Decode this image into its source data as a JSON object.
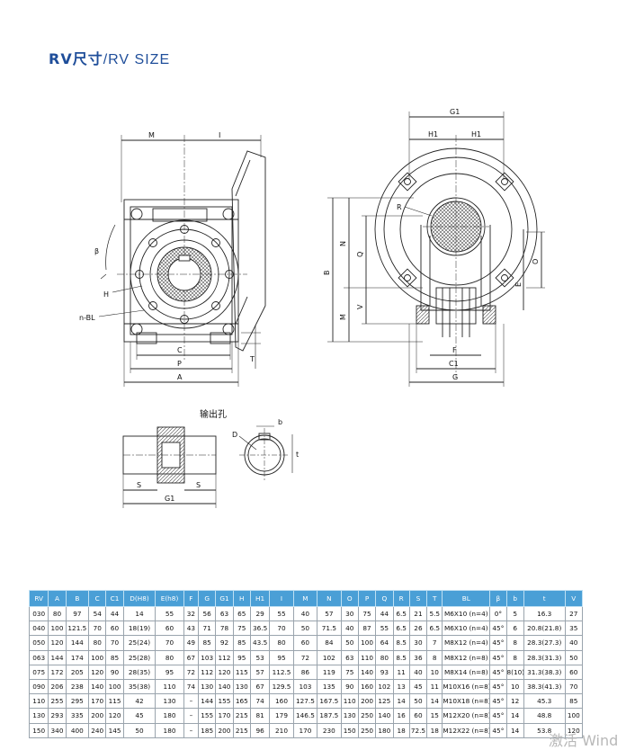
{
  "title": {
    "cn": "RV尺寸",
    "en": "/RV  SIZE"
  },
  "drawing": {
    "front_labels": {
      "M": "M",
      "I": "I",
      "beta": "β",
      "H": "H",
      "nBL": "n-BL",
      "C": "C",
      "P": "P",
      "A": "A",
      "T": "T"
    },
    "side_labels": {
      "G1": "G1",
      "H1a": "H1",
      "H1b": "H1",
      "R": "R",
      "B": "B",
      "N": "N",
      "Q": "Q",
      "O": "O",
      "E": "E",
      "M": "M",
      "V": "V",
      "F": "F",
      "C1": "C1",
      "G": "G"
    },
    "output_caption": "输出孔",
    "output_labels": {
      "b": "b",
      "D": "D",
      "t": "t",
      "S1": "S",
      "S2": "S",
      "G1": "G1"
    }
  },
  "table": {
    "headers": [
      "RV",
      "A",
      "B",
      "C",
      "C1",
      "D(H8)",
      "E(h8)",
      "F",
      "G",
      "G1",
      "H",
      "H1",
      "I",
      "M",
      "N",
      "O",
      "P",
      "Q",
      "R",
      "S",
      "T",
      "BL",
      "β",
      "b",
      "t",
      "V"
    ],
    "rows": [
      [
        "030",
        "80",
        "97",
        "54",
        "44",
        "14",
        "55",
        "32",
        "56",
        "63",
        "65",
        "29",
        "55",
        "40",
        "57",
        "30",
        "75",
        "44",
        "6.5",
        "21",
        "5.5",
        "M6X10 (n=4)",
        "0°",
        "5",
        "16.3",
        "27"
      ],
      [
        "040",
        "100",
        "121.5",
        "70",
        "60",
        "18(19)",
        "60",
        "43",
        "71",
        "78",
        "75",
        "36.5",
        "70",
        "50",
        "71.5",
        "40",
        "87",
        "55",
        "6.5",
        "26",
        "6.5",
        "M6X10 (n=4)",
        "45°",
        "6",
        "20.8(21.8)",
        "35"
      ],
      [
        "050",
        "120",
        "144",
        "80",
        "70",
        "25(24)",
        "70",
        "49",
        "85",
        "92",
        "85",
        "43.5",
        "80",
        "60",
        "84",
        "50",
        "100",
        "64",
        "8.5",
        "30",
        "7",
        "M8X12 (n=4)",
        "45°",
        "8",
        "28.3(27.3)",
        "40"
      ],
      [
        "063",
        "144",
        "174",
        "100",
        "85",
        "25(28)",
        "80",
        "67",
        "103",
        "112",
        "95",
        "53",
        "95",
        "72",
        "102",
        "63",
        "110",
        "80",
        "8.5",
        "36",
        "8",
        "M8X12 (n=8)",
        "45°",
        "8",
        "28.3(31.3)",
        "50"
      ],
      [
        "075",
        "172",
        "205",
        "120",
        "90",
        "28(35)",
        "95",
        "72",
        "112",
        "120",
        "115",
        "57",
        "112.5",
        "86",
        "119",
        "75",
        "140",
        "93",
        "11",
        "40",
        "10",
        "M8X14 (n=8)",
        "45°",
        "8(10)",
        "31.3(38.3)",
        "60"
      ],
      [
        "090",
        "206",
        "238",
        "140",
        "100",
        "35(38)",
        "110",
        "74",
        "130",
        "140",
        "130",
        "67",
        "129.5",
        "103",
        "135",
        "90",
        "160",
        "102",
        "13",
        "45",
        "11",
        "M10X16 (n=8)",
        "45°",
        "10",
        "38.3(41.3)",
        "70"
      ],
      [
        "110",
        "255",
        "295",
        "170",
        "115",
        "42",
        "130",
        "–",
        "144",
        "155",
        "165",
        "74",
        "160",
        "127.5",
        "167.5",
        "110",
        "200",
        "125",
        "14",
        "50",
        "14",
        "M10X18 (n=8)",
        "45°",
        "12",
        "45.3",
        "85"
      ],
      [
        "130",
        "293",
        "335",
        "200",
        "120",
        "45",
        "180",
        "–",
        "155",
        "170",
        "215",
        "81",
        "179",
        "146.5",
        "187.5",
        "130",
        "250",
        "140",
        "16",
        "60",
        "15",
        "M12X20 (n=8)",
        "45°",
        "14",
        "48.8",
        "100"
      ],
      [
        "150",
        "340",
        "400",
        "240",
        "145",
        "50",
        "180",
        "–",
        "185",
        "200",
        "215",
        "96",
        "210",
        "170",
        "230",
        "150",
        "250",
        "180",
        "18",
        "72.5",
        "18",
        "M12X22 (n=8)",
        "45°",
        "14",
        "53.8",
        "120"
      ]
    ]
  },
  "watermark": "激活 Wind"
}
